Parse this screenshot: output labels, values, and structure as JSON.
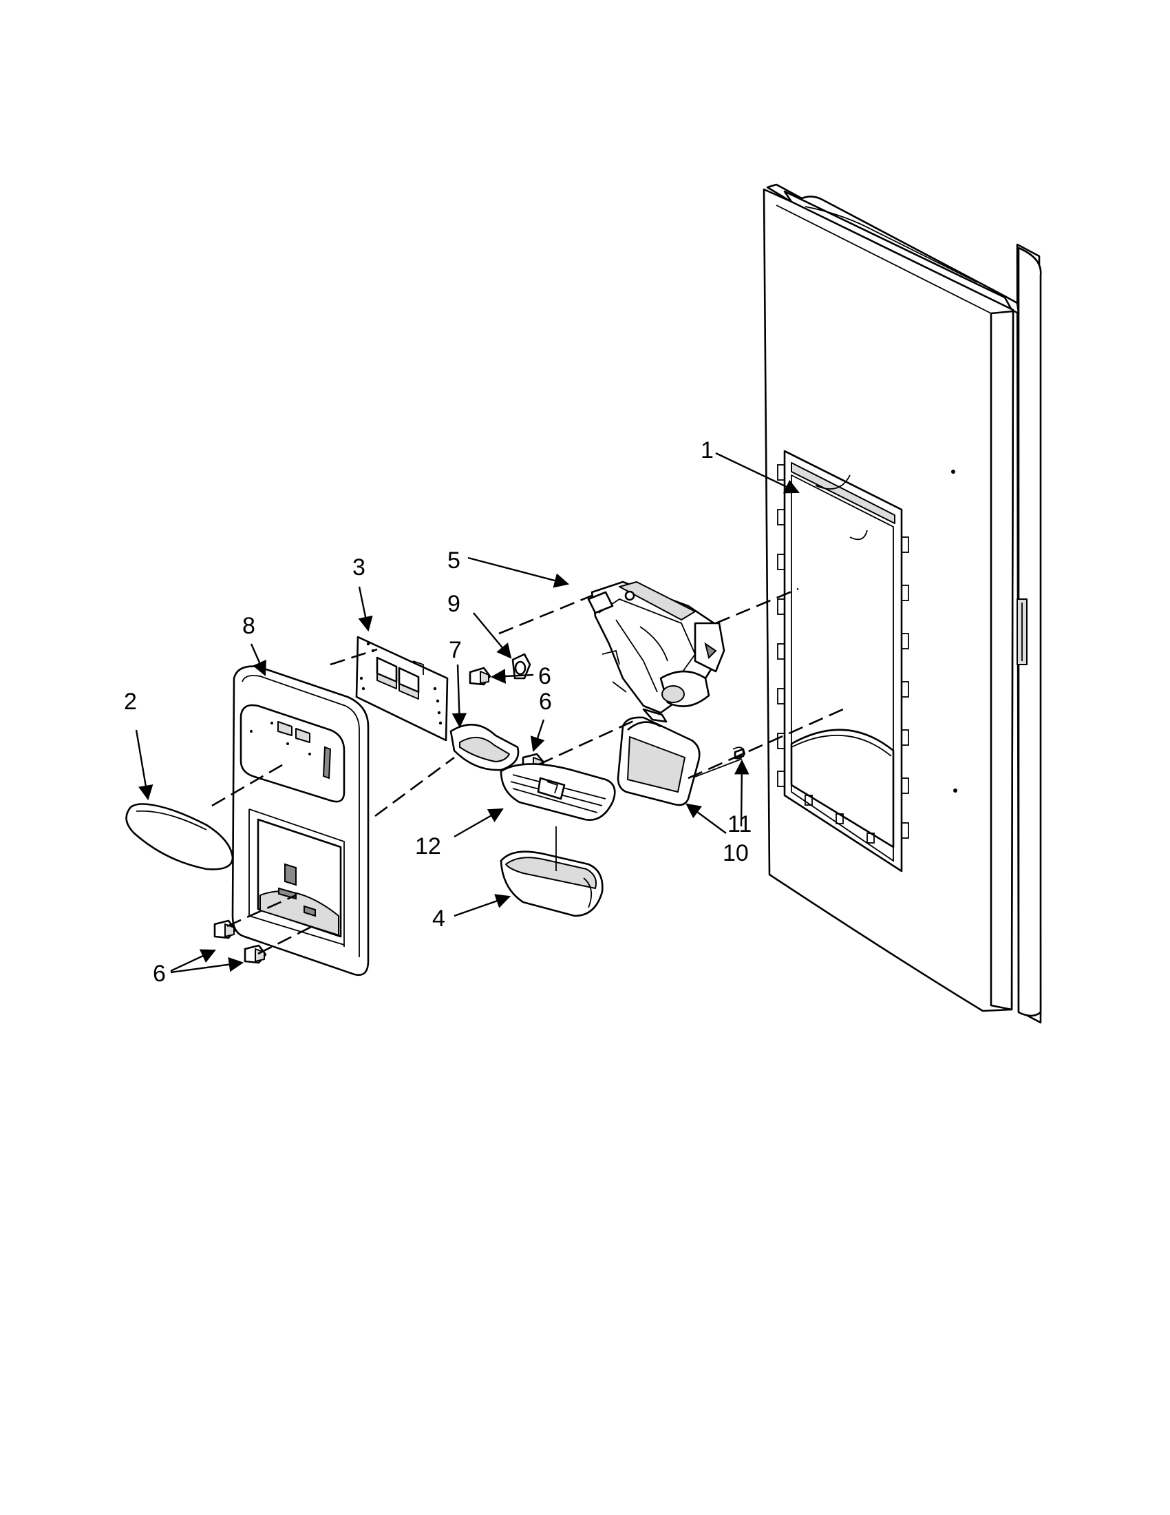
{
  "diagram": {
    "callouts": [
      {
        "id": "c1",
        "text": "1"
      },
      {
        "id": "c2",
        "text": "2"
      },
      {
        "id": "c3",
        "text": "3"
      },
      {
        "id": "c4",
        "text": "4"
      },
      {
        "id": "c5",
        "text": "5"
      },
      {
        "id": "c6a",
        "text": "6"
      },
      {
        "id": "c6b",
        "text": "6"
      },
      {
        "id": "c6c",
        "text": "6"
      },
      {
        "id": "c7",
        "text": "7"
      },
      {
        "id": "c8",
        "text": "8"
      },
      {
        "id": "c9",
        "text": "9"
      },
      {
        "id": "c10",
        "text": "10"
      },
      {
        "id": "c11",
        "text": "11"
      },
      {
        "id": "c12",
        "text": "12"
      }
    ]
  }
}
